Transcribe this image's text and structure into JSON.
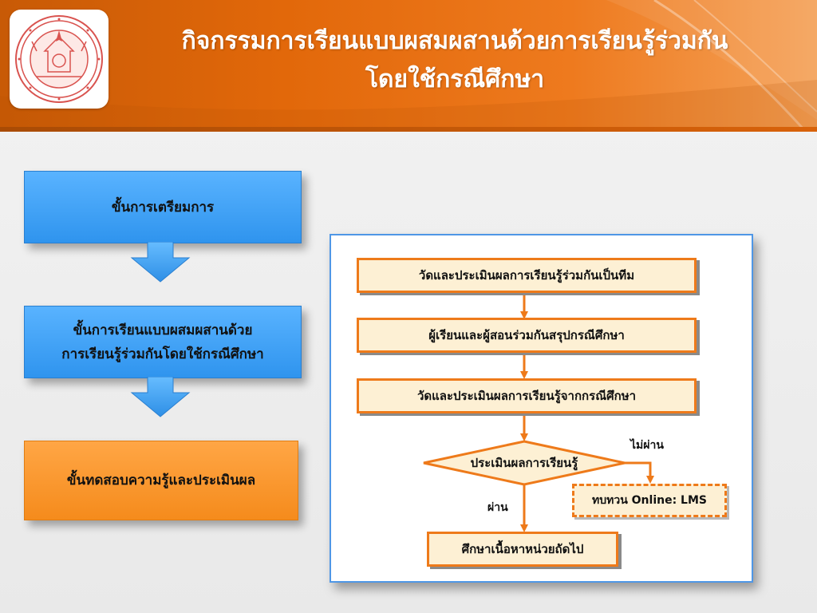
{
  "header": {
    "title_line1": "กิจกรรมการเรียนแบบผสมผสานด้วยการเรียนรู้ร่วมกัน",
    "title_line2": "โดยใช้กรณีศึกษา"
  },
  "stages": [
    {
      "line1": "ขั้นการเตรียมการ",
      "line2": ""
    },
    {
      "line1": "ขั้นการเรียนแบบผสมผสานด้วย",
      "line2": "การเรียนรู้ร่วมกันโดยใช้กรณีศึกษา"
    },
    {
      "line1": "ขั้นทดสอบความรู้และประเมินผล",
      "line2": ""
    }
  ],
  "flow": {
    "step1": "วัดและประเมินผลการเรียนรู้ร่วมกันเป็นทีม",
    "step2": "ผู้เรียนและผู้สอนร่วมกันสรุปกรณีศึกษา",
    "step3": "วัดและประเมินผลการเรียนรู้จากกรณีศึกษา",
    "decision": "ประเมินผลการเรียนรู้",
    "fail_label": "ไม่ผ่าน",
    "pass_label": "ผ่าน",
    "review_box": "ทบทวน Online: LMS",
    "next_step": "ศึกษาเนื้อหาหน่วยถัดไป"
  },
  "colors": {
    "header_orange": "#e2680a",
    "stage_blue": "#3a9ff5",
    "stage_orange": "#f7941d",
    "step_fill": "#fdf0d4",
    "step_border": "#ee7a1a",
    "panel_border": "#4f97e6"
  },
  "icons": {
    "logo": "university-seal-icon"
  }
}
